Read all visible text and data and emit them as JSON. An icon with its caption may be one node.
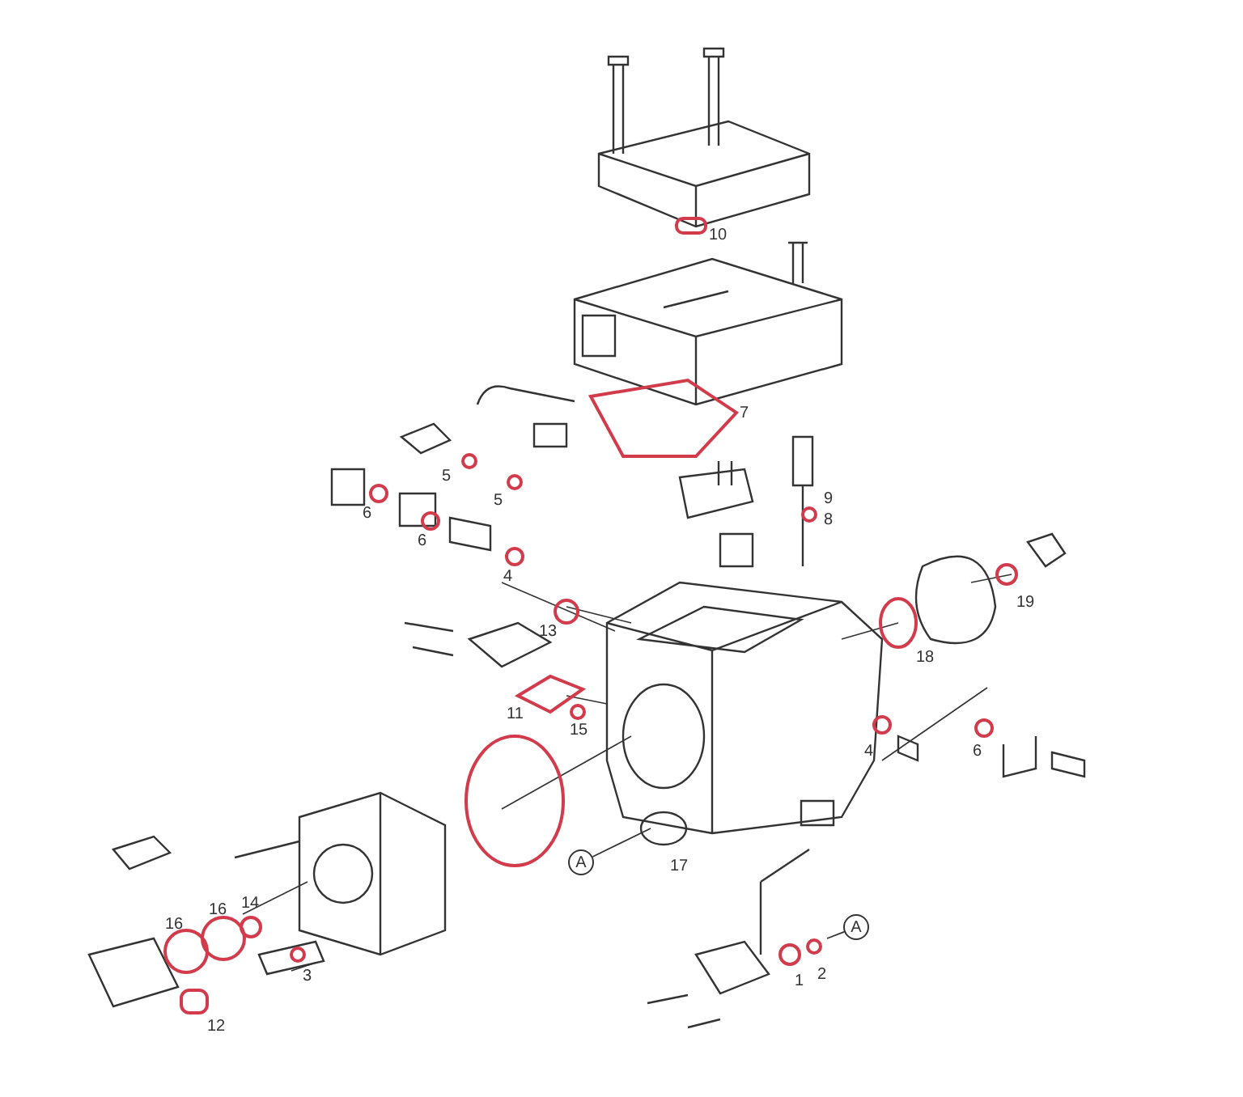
{
  "diagram": {
    "nodes": [
      {
        "text": [
          "A"
        ]
      },
      {
        "text": [
          "A"
        ]
      }
    ],
    "edges": [
      {
        "from": 0,
        "to": null,
        "arrow": "none"
      },
      {
        "from": 1,
        "to": null,
        "arrow": "none"
      }
    ],
    "labels": [
      "10",
      "7",
      "5",
      "9",
      "5",
      "8",
      "6",
      "6",
      "4",
      "19",
      "13",
      "18",
      "11",
      "15",
      "4",
      "6",
      "17",
      "14",
      "16",
      "16",
      "3",
      "1",
      "2",
      "12"
    ]
  }
}
